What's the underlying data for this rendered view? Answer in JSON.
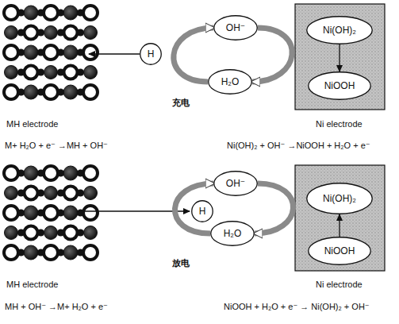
{
  "diagram": {
    "nodes": [
      {
        "text": [
          "H"
        ]
      },
      {
        "text": [
          "OH⁻"
        ]
      },
      {
        "text": [
          "H₂O"
        ]
      },
      {
        "text": [
          "Ni(OH)₂"
        ]
      },
      {
        "text": [
          "NiOOH"
        ]
      },
      {
        "text": [
          "OH⁻"
        ]
      },
      {
        "text": [
          "H"
        ]
      },
      {
        "text": [
          "H₂O"
        ]
      },
      {
        "text": [
          "Ni(OH)₂"
        ]
      },
      {
        "text": [
          "NiOOH"
        ]
      }
    ],
    "edges": [
      {
        "from": 2,
        "to": 1,
        "arrow": "to"
      },
      {
        "from": 1,
        "to": 2,
        "arrow": "to"
      },
      {
        "from": 3,
        "to": 4,
        "arrow": "to"
      },
      {
        "from": 7,
        "to": 5,
        "arrow": "to"
      },
      {
        "from": 5,
        "to": 7,
        "arrow": "to"
      },
      {
        "from": 9,
        "to": 8,
        "arrow": "to"
      }
    ],
    "labels": [
      "充电",
      "MH electrode",
      "Ni electrode",
      "M+ H₂O + e⁻ →MH + OH⁻",
      "Ni(OH)₂ + OH⁻ →NiOOH + H₂O + e⁻",
      "放电",
      "MH electrode",
      "Ni electrode",
      "MH + OH⁻ →M+ H₂O + e⁻",
      "NiOOH + H₂O + e⁻ → Ni(OH)₂ + OH⁻"
    ]
  }
}
